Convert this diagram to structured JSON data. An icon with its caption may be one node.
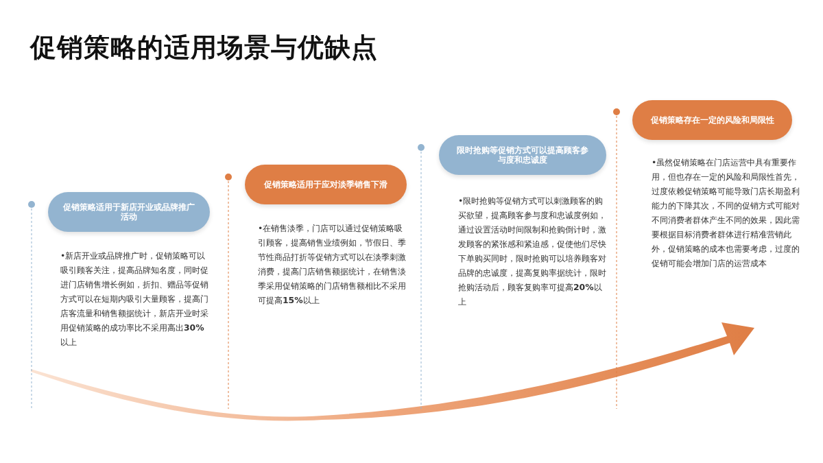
{
  "diagram": {
    "title": "促销策略的适用场景与优缺点",
    "nodes": [
      {
        "text": [
          "促销策略适用于新店开业或品牌推广活动"
        ]
      },
      {
        "text": [
          "促销策略适用于应对淡季销售下滑"
        ]
      },
      {
        "text": [
          "限时抢购等促销方式可以提高顾客参与度和忠诚度"
        ]
      },
      {
        "text": [
          "促销策略存在一定的风险和局限性"
        ]
      }
    ],
    "edges": [],
    "labels": [
      "•新店开业或品牌推广时，促销策略可以吸引顾客关注，提高品牌知名度，同时促进门店销售增长例如，折扣、赠品等促销方式可以在短期内吸引大量顾客，提高门店客流量和销售额据统计，新店开业时采用促销策略的成功率比不采用高出**30%**以上",
      "•在销售淡季，门店可以通过促销策略吸引顾客，提高销售业绩例如，节假日、季节性商品打折等促销方式可以在淡季刺激消费，提高门店销售额据统计，在销售淡季采用促销策略的门店销售额相比不采用可提高**15%**以上",
      "•限时抢购等促销方式可以刺激顾客的购买欲望，提高顾客参与度和忠诚度例如，通过设置活动时间限制和抢购倒计时，激发顾客的紧张感和紧迫感，促使他们尽快下单购买同时，限时抢购可以培养顾客对品牌的忠诚度，提高复购率据统计，限时抢购活动后，顾客复购率可提高**20%**以上",
      "•虽然促销策略在门店运营中具有重要作用，但也存在一定的风险和局限性首先，过度依赖促销策略可能导致门店长期盈利能力的下降其次，不同的促销方式可能对不同消费者群体产生不同的效果，因此需要根据目标消费者群体进行精准营销此外，促销策略的成本也需要考虑，过度的促销可能会增加门店的运营成本"
    ]
  }
}
